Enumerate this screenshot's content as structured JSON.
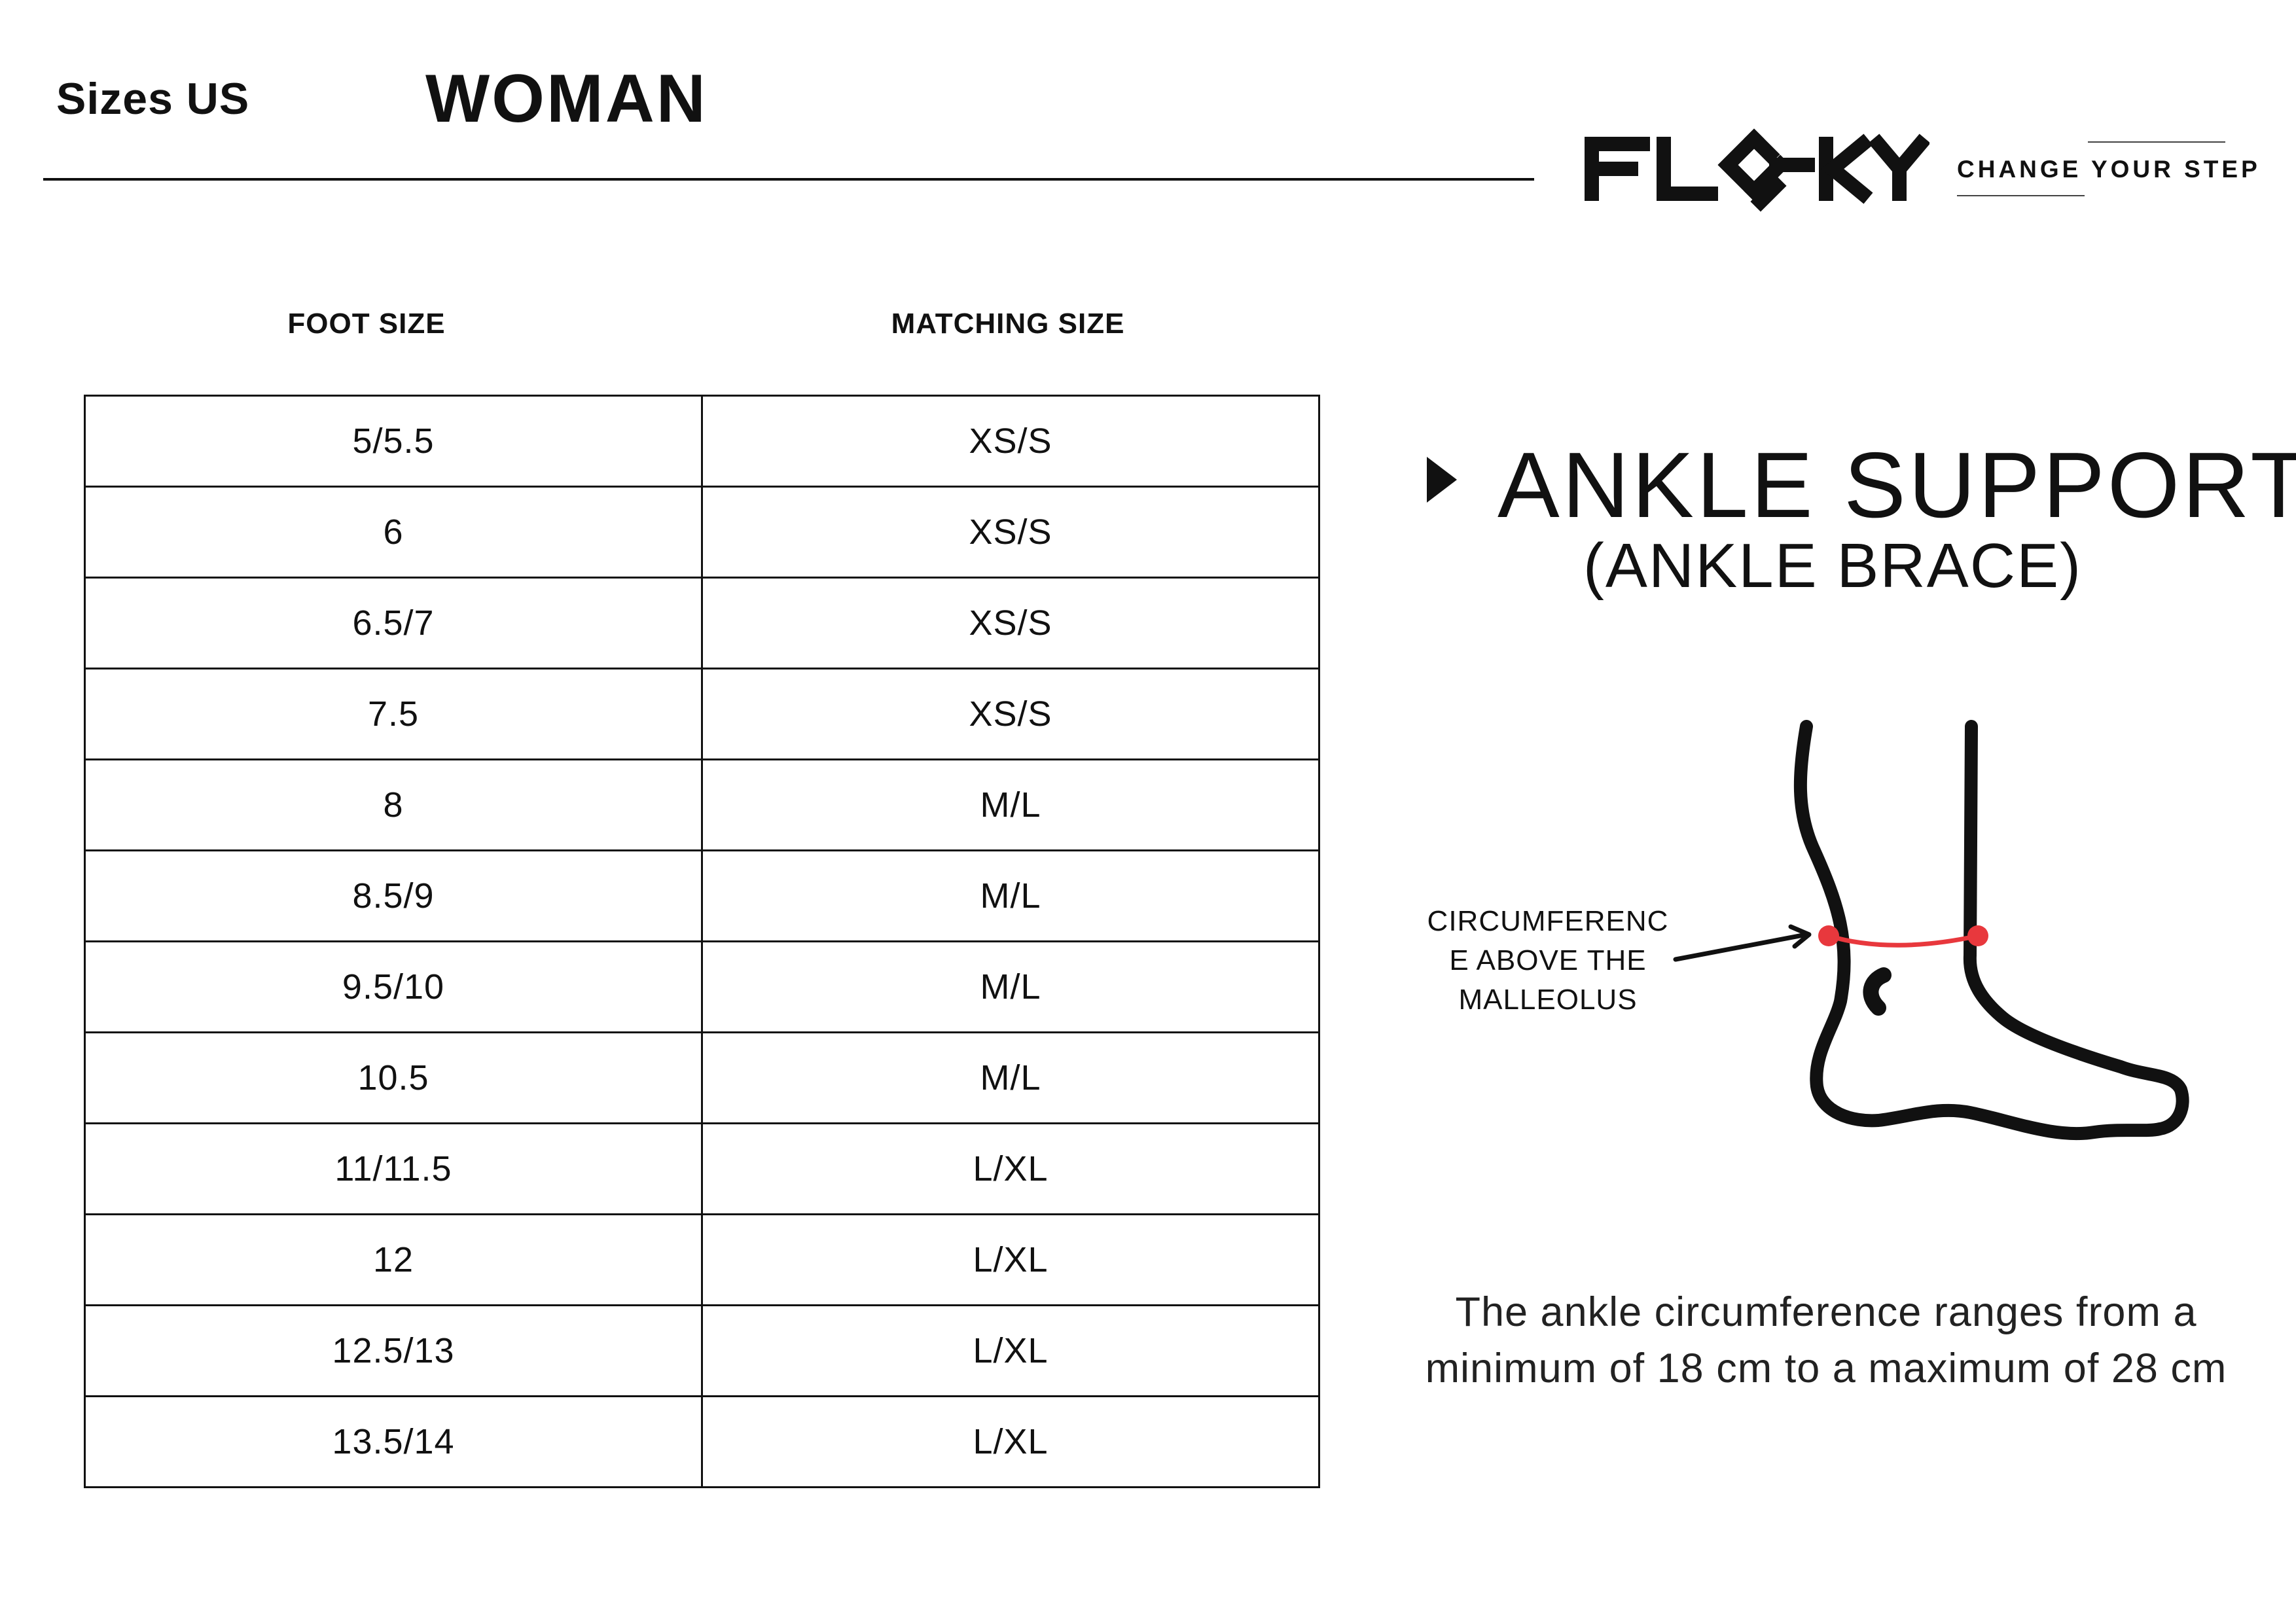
{
  "header": {
    "sizes_label": "Sizes US",
    "gender": "WOMAN"
  },
  "brand": {
    "logo_text": "FLOKY",
    "tagline": "CHANGE YOUR STEP"
  },
  "table": {
    "columns": [
      "FOOT SIZE",
      "MATCHING SIZE"
    ],
    "rows": [
      {
        "foot_size": "5/5.5",
        "matching_size": "XS/S"
      },
      {
        "foot_size": "6",
        "matching_size": "XS/S"
      },
      {
        "foot_size": "6.5/7",
        "matching_size": "XS/S"
      },
      {
        "foot_size": "7.5",
        "matching_size": "XS/S"
      },
      {
        "foot_size": "8",
        "matching_size": "M/L"
      },
      {
        "foot_size": "8.5/9",
        "matching_size": "M/L"
      },
      {
        "foot_size": "9.5/10",
        "matching_size": "M/L"
      },
      {
        "foot_size": "10.5",
        "matching_size": "M/L"
      },
      {
        "foot_size": "11/11.5",
        "matching_size": "L/XL"
      },
      {
        "foot_size": "12",
        "matching_size": "L/XL"
      },
      {
        "foot_size": "12.5/13",
        "matching_size": "L/XL"
      },
      {
        "foot_size": "13.5/14",
        "matching_size": "L/XL"
      }
    ]
  },
  "product": {
    "title": "ANKLE SUPPORT",
    "subtitle": "(ANKLE BRACE)",
    "icon": "play-triangle-icon"
  },
  "diagram": {
    "label_lines": [
      "CIRCUMFERENC",
      "E ABOVE THE",
      "MALLEOLUS"
    ],
    "icon": "foot-ankle-icon",
    "measure_color": "#e8383d"
  },
  "note": {
    "text": "The ankle circumference ranges from a minimum of 18 cm to a maximum of 28 cm"
  }
}
